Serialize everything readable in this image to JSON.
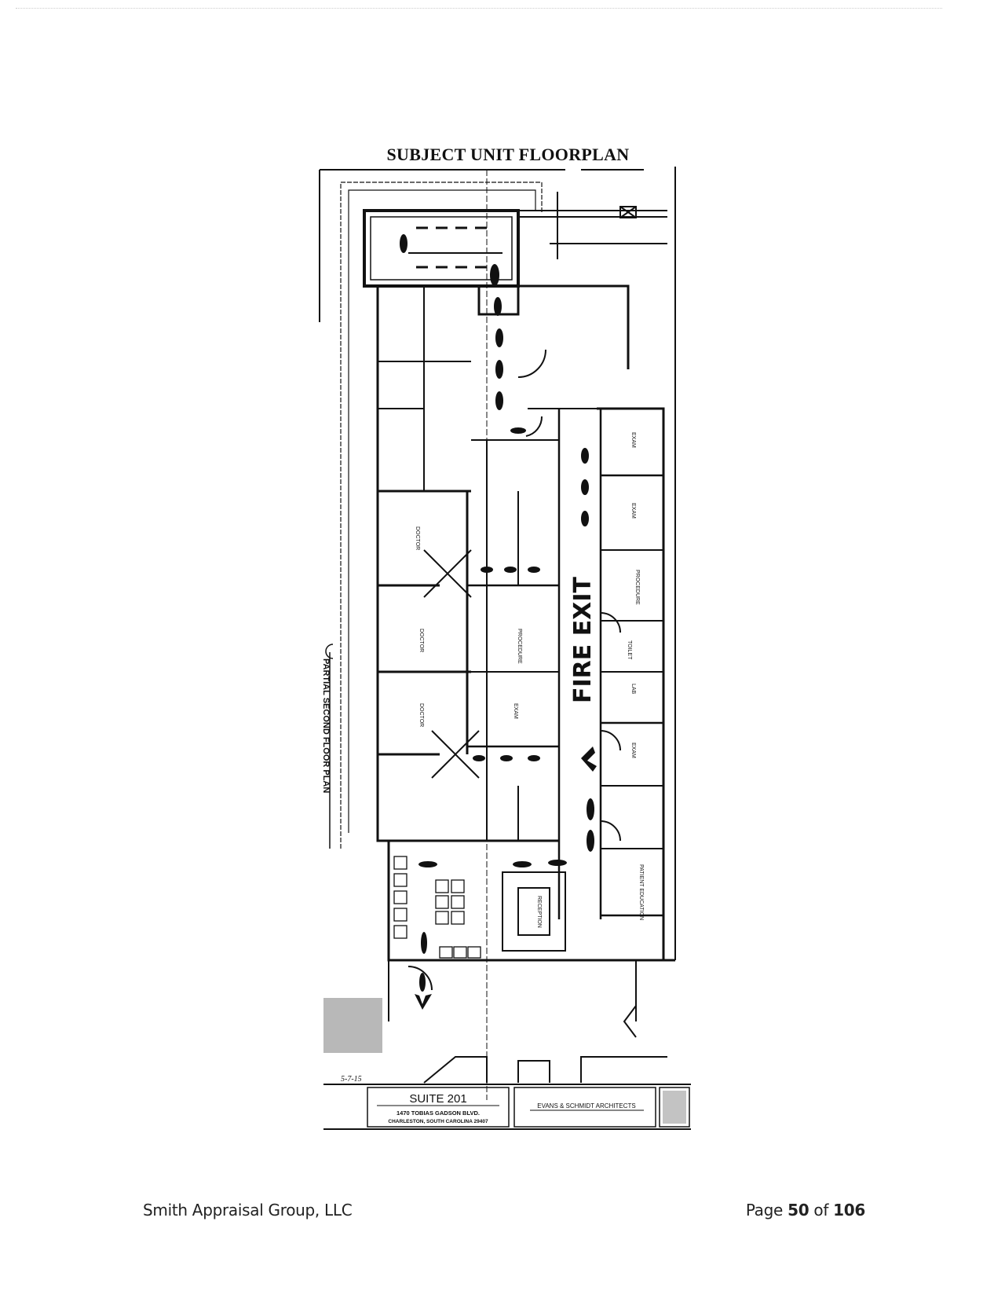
{
  "page": {
    "title": "SUBJECT UNIT FLOORPLAN",
    "footer": {
      "company": "Smith Appraisal Group, LLC",
      "page_prefix": "Page",
      "page_number": "50",
      "page_of": "of",
      "page_total": "106"
    }
  },
  "floorplan": {
    "side_label": "PARTIAL SECOND FLOOR PLAN",
    "fire_exit_label": "FIRE EXIT",
    "handwritten_note": "5-7-15",
    "rooms": [
      "DOCTOR",
      "DOCTOR",
      "DOCTOR",
      "EXAM",
      "EXAM",
      "EXAM",
      "EXAM",
      "PROCEDURE",
      "PROCEDURE",
      "LAB",
      "TOILET",
      "RECEPTION",
      "PATIENT EDUCATION"
    ],
    "title_block": {
      "suite": "SUITE 201",
      "address_line1": "1470 TOBIAS GADSON BLVD.",
      "address_line2": "CHARLESTON, SOUTH CAROLINA 29407",
      "architect": "EVANS & SCHMIDT ARCHITECTS"
    }
  }
}
